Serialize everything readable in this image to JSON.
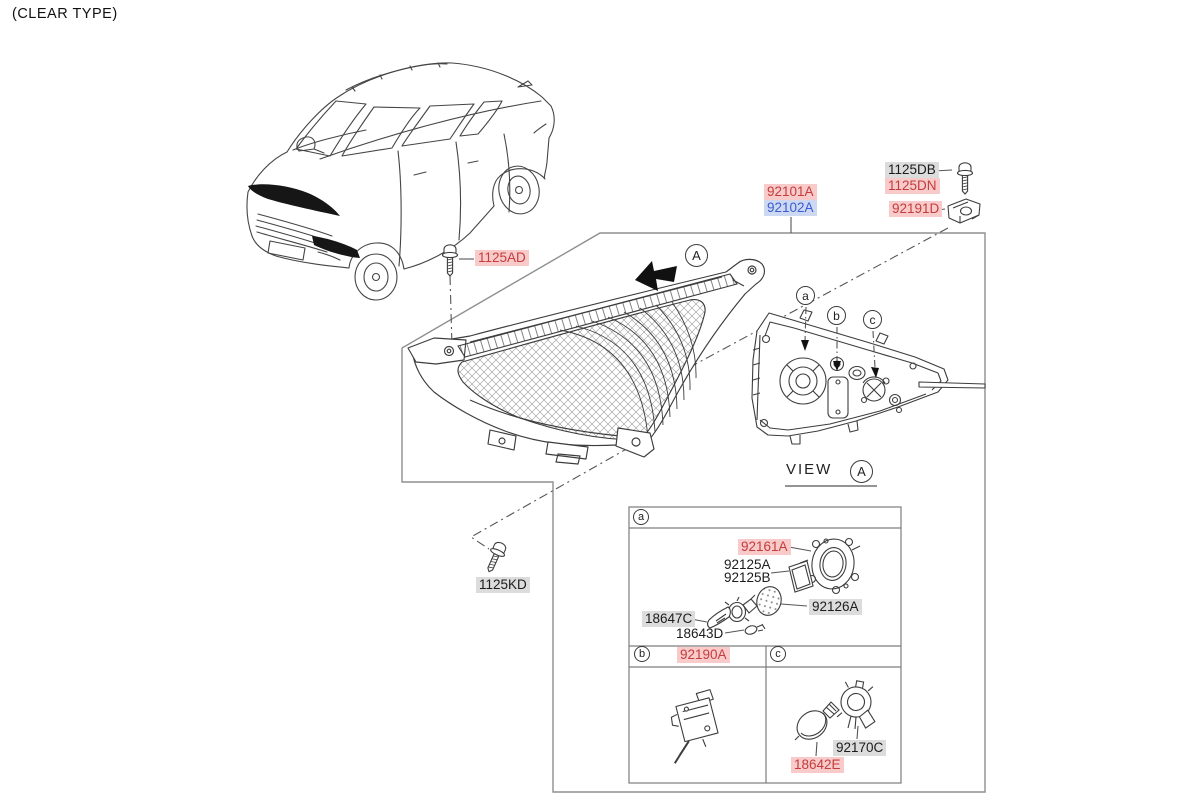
{
  "title": "(CLEAR TYPE)",
  "view": {
    "label": "VIEW",
    "ref": "A"
  },
  "callouts": {
    "A": "A",
    "a": "a",
    "b": "b",
    "c": "c"
  },
  "colors": {
    "highlight_pink": "#f8caca",
    "highlight_blue": "#cdd9f3",
    "highlight_gray": "#dcdcdc",
    "text_red": "#c43c3c",
    "text_blue": "#3b5bd0",
    "text_black": "#1c1c1c",
    "line_art": "#3d3d3d"
  },
  "labels": {
    "p1125ad": {
      "text": "1125AD",
      "style": "pink"
    },
    "p92101a": {
      "text": "92101A",
      "style": "pink"
    },
    "p92102a": {
      "text": "92102A",
      "style": "blue"
    },
    "p1125db": {
      "text": "1125DB",
      "style": "gray"
    },
    "p1125dn": {
      "text": "1125DN",
      "style": "pink"
    },
    "p92191d": {
      "text": "92191D",
      "style": "pink"
    },
    "p1125kd": {
      "text": "1125KD",
      "style": "gray"
    },
    "p92161a": {
      "text": "92161A",
      "style": "pink"
    },
    "p92125a": {
      "text": "92125A",
      "style": "plain"
    },
    "p92125b": {
      "text": "92125B",
      "style": "plain"
    },
    "p92126a": {
      "text": "92126A",
      "style": "gray"
    },
    "p18647c": {
      "text": "18647C",
      "style": "gray"
    },
    "p18643d": {
      "text": "18643D",
      "style": "plain"
    },
    "p92190a": {
      "text": "92190A",
      "style": "pink"
    },
    "p18642e": {
      "text": "18642E",
      "style": "pink"
    },
    "p92170c": {
      "text": "92170C",
      "style": "gray"
    }
  }
}
